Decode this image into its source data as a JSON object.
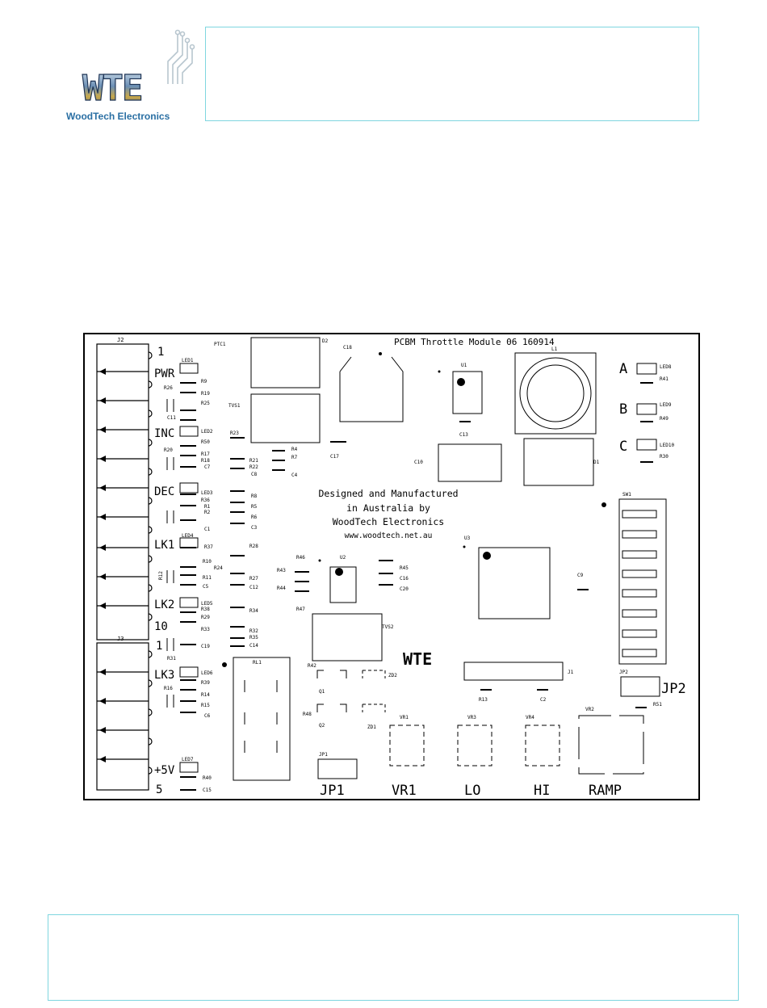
{
  "logo": {
    "letters": "WTE",
    "tagline": "WoodTech Electronics"
  },
  "board": {
    "title": "PCBM Throttle Module 06   160914",
    "credit_lines": [
      "Designed and Manufactured",
      "in Australia by",
      "WoodTech Electronics",
      "www.woodtech.net.au"
    ],
    "silkscreen_logo": "WTE",
    "edge_labels": [
      "1",
      "PWR",
      "INC",
      "DEC",
      "LK1",
      "LK2",
      "10",
      "1",
      "LK3",
      "+5V",
      "5"
    ],
    "big_labels": [
      "JP1",
      "VR1",
      "LO",
      "HI",
      "RAMP",
      "JP2",
      "A",
      "B",
      "C"
    ],
    "connectors": [
      "J2",
      "J3",
      "J1"
    ],
    "components": [
      "PTC1",
      "D2",
      "C18",
      "U1",
      "L1",
      "LED8",
      "R41",
      "LED1",
      "R9",
      "R26",
      "R19",
      "R25",
      "TVS1",
      "C11",
      "LED9",
      "R49",
      "LED2",
      "R23",
      "R50",
      "R17",
      "R18",
      "C7",
      "R21",
      "R22",
      "C8",
      "R4",
      "R7",
      "C4",
      "R20",
      "C17",
      "C13",
      "C10",
      "D1",
      "LED10",
      "R30",
      "LED3",
      "R36",
      "R1",
      "R2",
      "R5",
      "R6",
      "R8",
      "C1",
      "C3",
      "SW1",
      "LED4",
      "R37",
      "R28",
      "U3",
      "R10",
      "R24",
      "R27",
      "C12",
      "R11",
      "R12",
      "C5",
      "R46",
      "R43",
      "R44",
      "U2",
      "R45",
      "C16",
      "C20",
      "C9",
      "R47",
      "LED5",
      "R38",
      "R34",
      "R29",
      "R35",
      "R32",
      "R33",
      "C14",
      "C19",
      "TVS2",
      "R31",
      "RL1",
      "R42",
      "ZD2",
      "LED6",
      "R39",
      "R16",
      "R14",
      "R15",
      "C6",
      "Q1",
      "R48",
      "Q2",
      "ZD1",
      "R13",
      "C2",
      "JP2",
      "R51",
      "JP1",
      "VR1",
      "VR3",
      "VR4",
      "VR2",
      "LED7",
      "R40",
      "C15"
    ]
  }
}
